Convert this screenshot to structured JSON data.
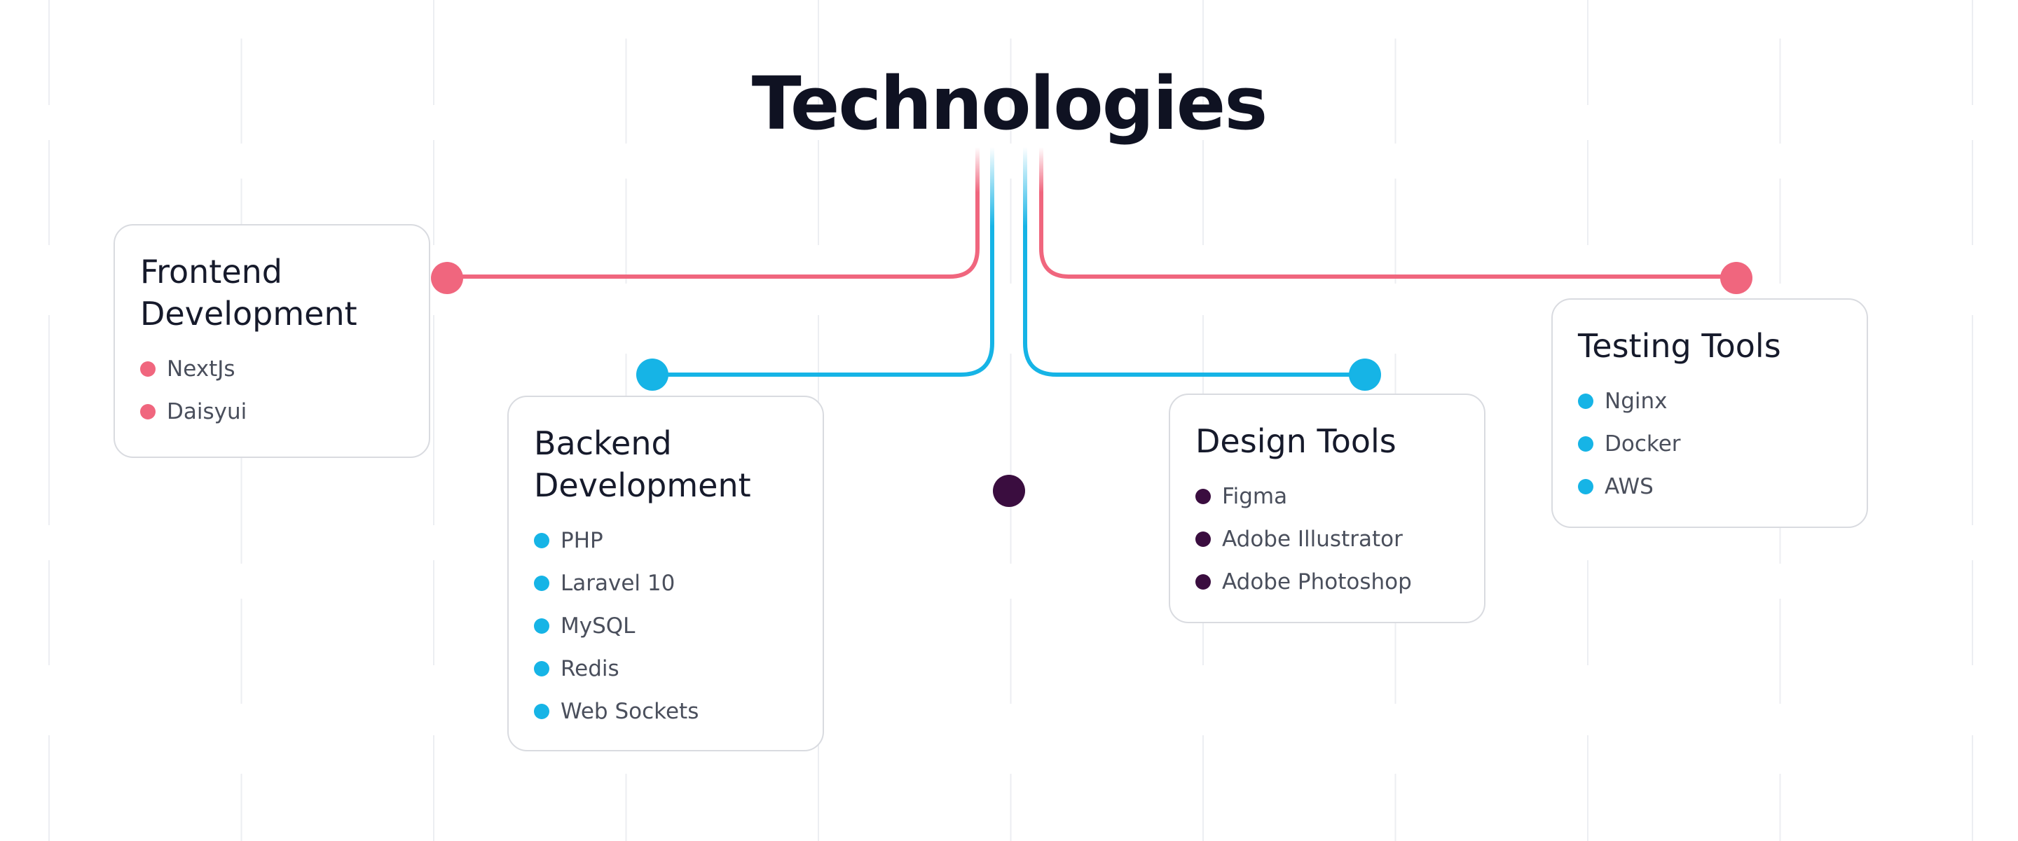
{
  "title": "Technologies",
  "colors": {
    "pink": "#f0667e",
    "blue": "#16b4e6",
    "purple": "#3a0d3f",
    "text": "#161a2b",
    "muted": "#4a4f5c",
    "border": "#d9dbe0"
  },
  "categories": [
    {
      "id": "frontend",
      "title": "Frontend Development",
      "color": "#f0667e",
      "items": [
        "NextJs",
        "Daisyui"
      ]
    },
    {
      "id": "backend",
      "title": "Backend Development",
      "color": "#16b4e6",
      "items": [
        "PHP",
        "Laravel 10",
        "MySQL",
        "Redis",
        "Web Sockets"
      ]
    },
    {
      "id": "design",
      "title": "Design Tools",
      "color": "#3a0d3f",
      "items": [
        "Figma",
        "Adobe Illustrator",
        "Adobe Photoshop"
      ]
    },
    {
      "id": "testing",
      "title": "Testing Tools",
      "color": "#16b4e6",
      "items": [
        "Nginx",
        "Docker",
        "AWS"
      ]
    }
  ]
}
